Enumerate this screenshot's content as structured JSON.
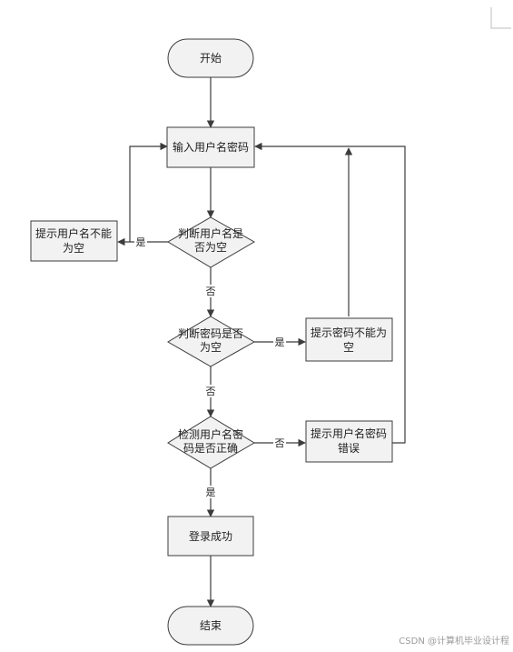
{
  "nodes": {
    "start": "开始",
    "input": "输入用户名密码",
    "check_user": [
      "判断用户名是",
      "否为空"
    ],
    "user_empty": [
      "提示用户名不能",
      "为空"
    ],
    "check_pwd": [
      "判断密码是否",
      "为空"
    ],
    "pwd_empty": [
      "提示密码不能为",
      "空"
    ],
    "verify": [
      "检测用户名密",
      "码是否正确"
    ],
    "verify_err": [
      "提示用户名密码",
      "错误"
    ],
    "success": "登录成功",
    "end": "结束"
  },
  "edge_labels": {
    "yes_user": "是",
    "no_user": "否",
    "yes_pwd": "是",
    "no_pwd": "否",
    "no_verify": "否",
    "yes_verify": "是"
  },
  "watermark": "CSDN @计算机毕业设计程",
  "colors": {
    "node_fill": "#f2f2f2",
    "node_stroke": "#3c3c3c",
    "edge": "#3c3c3c"
  }
}
